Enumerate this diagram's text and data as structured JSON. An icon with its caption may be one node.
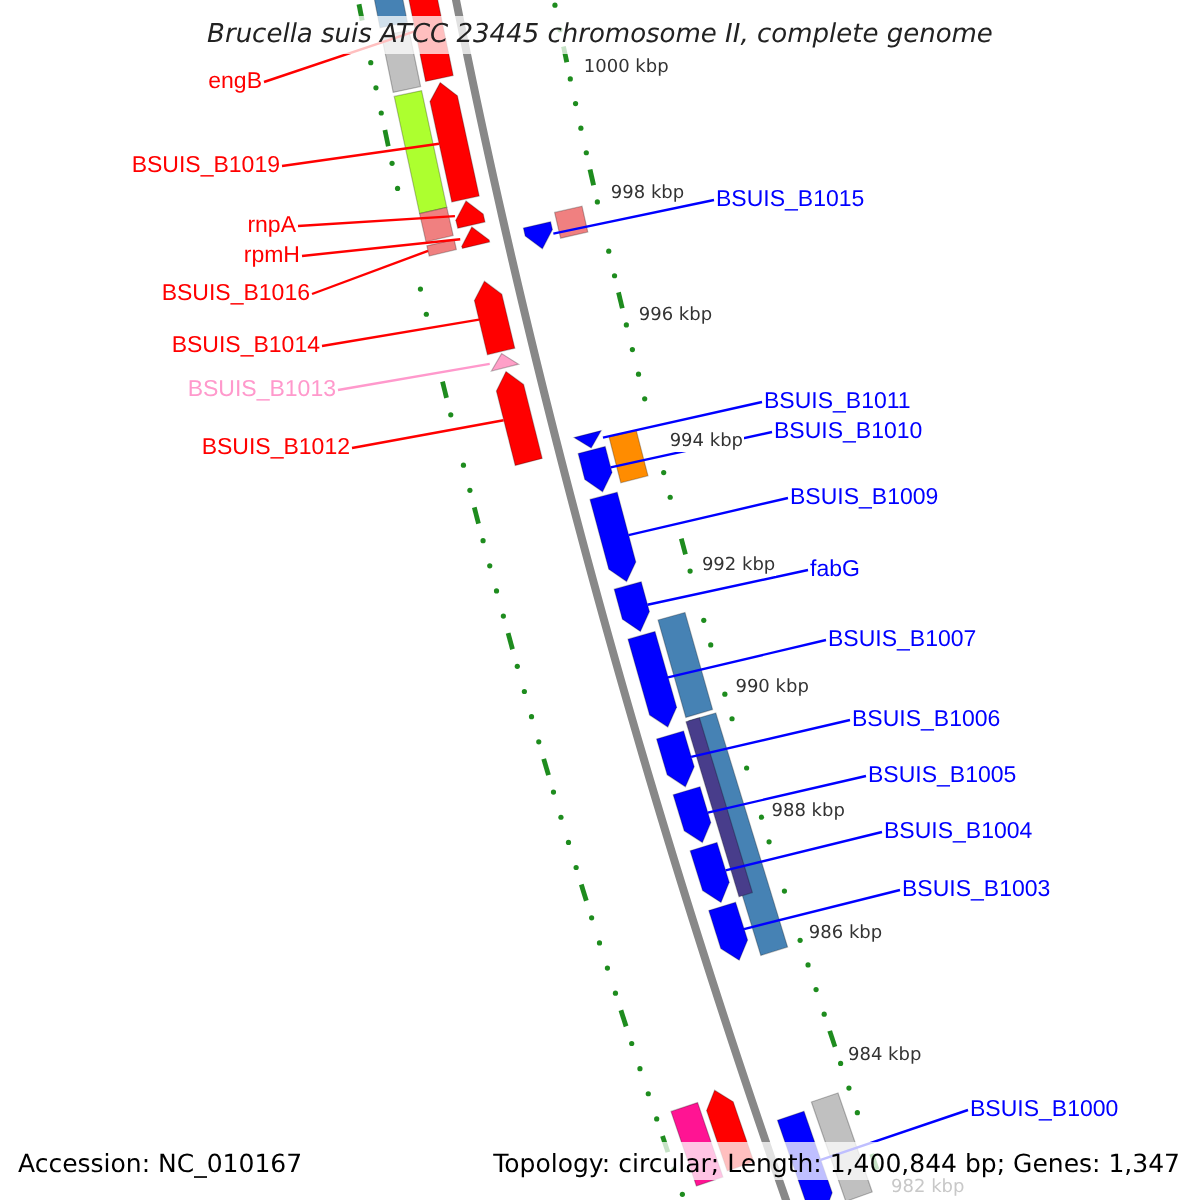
{
  "diagram": {
    "title": "Brucella suis ATCC 23445 chromosome II, complete genome",
    "nodes": [
      {
        "text": [
          "engB"
        ]
      },
      {
        "text": [
          "BSUIS_B1019"
        ]
      },
      {
        "text": [
          "rnpA"
        ]
      },
      {
        "text": [
          "rpmH"
        ]
      },
      {
        "text": [
          "BSUIS_B1016"
        ]
      },
      {
        "text": [
          "BSUIS_B1014"
        ]
      },
      {
        "text": [
          "BSUIS_B1013"
        ]
      },
      {
        "text": [
          "BSUIS_B1012"
        ]
      },
      {
        "text": [
          "BSUIS_B1015"
        ]
      },
      {
        "text": [
          "BSUIS_B1011"
        ]
      },
      {
        "text": [
          "BSUIS_B1010"
        ]
      },
      {
        "text": [
          "BSUIS_B1009"
        ]
      },
      {
        "text": [
          "fabG"
        ]
      },
      {
        "text": [
          "BSUIS_B1007"
        ]
      },
      {
        "text": [
          "BSUIS_B1006"
        ]
      },
      {
        "text": [
          "BSUIS_B1005"
        ]
      },
      {
        "text": [
          "BSUIS_B1004"
        ]
      },
      {
        "text": [
          "BSUIS_B1003"
        ]
      },
      {
        "text": [
          "BSUIS_B1000"
        ]
      },
      {
        "text": [],
        "shape": "box"
      },
      {
        "text": [],
        "shape": "arrow"
      },
      {
        "text": [],
        "shape": "box"
      },
      {
        "text": [],
        "shape": "arrow"
      },
      {
        "text": [],
        "shape": "box"
      },
      {
        "text": [],
        "shape": "box"
      },
      {
        "text": [],
        "shape": "arrow"
      },
      {
        "text": [],
        "shape": "arrow"
      },
      {
        "text": [],
        "shape": "box"
      },
      {
        "text": [],
        "shape": "box"
      },
      {
        "text": [],
        "shape": "arrow"
      },
      {
        "text": [],
        "shape": "arrow"
      },
      {
        "text": [],
        "shape": "arrow"
      },
      {
        "text": [],
        "shape": "arrow"
      },
      {
        "text": [],
        "shape": "arrow"
      },
      {
        "text": [],
        "shape": "box"
      },
      {
        "text": [],
        "shape": "arrow"
      },
      {
        "text": [],
        "shape": "arrow"
      },
      {
        "text": [],
        "shape": "arrow"
      },
      {
        "text": [],
        "shape": "box"
      },
      {
        "text": [],
        "shape": "arrow"
      },
      {
        "text": [],
        "shape": "box"
      },
      {
        "text": [],
        "shape": "box",
        "in": 40
      },
      {
        "text": [],
        "shape": "arrow"
      },
      {
        "text": [],
        "shape": "arrow"
      },
      {
        "text": [],
        "shape": "arrow"
      },
      {
        "text": [],
        "shape": "arrow"
      },
      {
        "text": [],
        "shape": "box"
      },
      {
        "text": [],
        "shape": "arrow"
      },
      {
        "text": [],
        "shape": "box"
      },
      {
        "text": [],
        "shape": "arrow"
      }
    ],
    "edges": [
      {
        "from": 0,
        "to": 20,
        "arrow": "none",
        "color": "#ff0000"
      },
      {
        "from": 1,
        "to": 22,
        "arrow": "none",
        "color": "#ff0000"
      },
      {
        "from": 2,
        "to": 25,
        "arrow": "none",
        "color": "#ff0000"
      },
      {
        "from": 3,
        "to": 26,
        "arrow": "none",
        "color": "#ff0000"
      },
      {
        "from": 4,
        "to": 27,
        "arrow": "none",
        "color": "#ff0000"
      },
      {
        "from": 5,
        "to": 30,
        "arrow": "none",
        "color": "#ff0000"
      },
      {
        "from": 6,
        "to": 31,
        "arrow": "none",
        "color": "#ff99cc"
      },
      {
        "from": 7,
        "to": 32,
        "arrow": "none",
        "color": "#ff0000"
      },
      {
        "from": 8,
        "to": 29,
        "arrow": "none"
      },
      {
        "from": 9,
        "to": 33,
        "arrow": "none"
      },
      {
        "from": 10,
        "to": 35,
        "arrow": "none"
      },
      {
        "from": 11,
        "to": 36,
        "arrow": "none"
      },
      {
        "from": 12,
        "to": 37,
        "arrow": "none"
      },
      {
        "from": 13,
        "to": 39,
        "arrow": "none"
      },
      {
        "from": 14,
        "to": 42,
        "arrow": "none"
      },
      {
        "from": 15,
        "to": 43,
        "arrow": "none"
      },
      {
        "from": 16,
        "to": 44,
        "arrow": "none"
      },
      {
        "from": 17,
        "to": 45,
        "arrow": "none"
      },
      {
        "from": 18,
        "to": 49,
        "arrow": "none"
      }
    ],
    "labels": [
      "1000 kbp",
      "998 kbp",
      "996 kbp",
      "994 kbp",
      "992 kbp",
      "990 kbp",
      "988 kbp",
      "986 kbp",
      "984 kbp",
      "982 kbp",
      "Accession: NC_010167",
      "Topology: circular; Length: 1,400,844 bp; Genes: 1,347"
    ]
  }
}
